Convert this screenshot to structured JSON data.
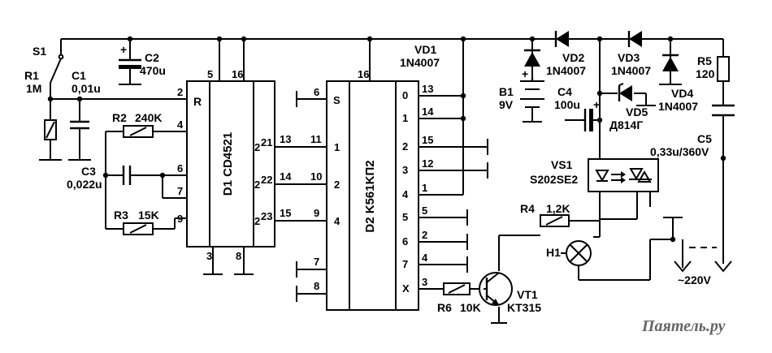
{
  "components": {
    "s1": "S1",
    "r1": {
      "name": "R1",
      "value": "1M"
    },
    "c1": {
      "name": "C1",
      "value": "0,01u"
    },
    "c2": {
      "name": "C2",
      "value": "470u"
    },
    "r2": {
      "name": "R2",
      "value": "240K"
    },
    "c3": {
      "name": "C3",
      "value": "0,022u"
    },
    "r3": {
      "name": "R3",
      "value": "15K"
    },
    "d1": "D1  CD4521",
    "d2": "D2  K561KП2",
    "vd1": {
      "name": "VD1",
      "value": "1N4007"
    },
    "vd2": {
      "name": "VD2",
      "value": "1N4007"
    },
    "vd3": {
      "name": "VD3",
      "value": "1N4007"
    },
    "vd4": {
      "name": "VD4",
      "value": "1N4007"
    },
    "vd5": {
      "name": "VD5",
      "value": "Д814Г"
    },
    "r5": {
      "name": "R5",
      "value": "120"
    },
    "c5": {
      "name": "C5",
      "value": "0,33u/360V"
    },
    "b1": {
      "name": "B1",
      "value": "9V"
    },
    "c4": {
      "name": "C4",
      "value": "100u"
    },
    "vs1": {
      "name": "VS1",
      "value": "S202SE2"
    },
    "r4": {
      "name": "R4",
      "value": "1,2K"
    },
    "h1": "H1",
    "r6": {
      "name": "R6",
      "value": "10K"
    },
    "vt1": {
      "name": "VT1",
      "value": "KT315"
    },
    "mains": "~220V"
  },
  "pins": {
    "d1": {
      "top_a": "5",
      "top_b": "16",
      "r": "2",
      "p4": "4",
      "p6": "6",
      "p7": "7",
      "p9": "9",
      "bot_a": "3",
      "bot_b": "8",
      "q21": "21",
      "q22": "22",
      "q23": "23",
      "o21": "13",
      "o22": "14",
      "o23": "15",
      "pre21": "2",
      "pre22": "2",
      "pre23": "2"
    },
    "d2": {
      "top": "16",
      "s": "6",
      "a1": "11",
      "a2": "10",
      "a4": "9",
      "b7": "7",
      "b8": "8",
      "in1": "1",
      "in2": "2",
      "in4": "4",
      "sl": "S",
      "out_labels": [
        "0",
        "1",
        "2",
        "3",
        "4",
        "5",
        "6",
        "7",
        "X"
      ],
      "out_pins": [
        "13",
        "14",
        "15",
        "12",
        "1",
        "5",
        "2",
        "4",
        "3"
      ]
    }
  },
  "plus_sign": "+",
  "watermark": "Паятель.ру"
}
